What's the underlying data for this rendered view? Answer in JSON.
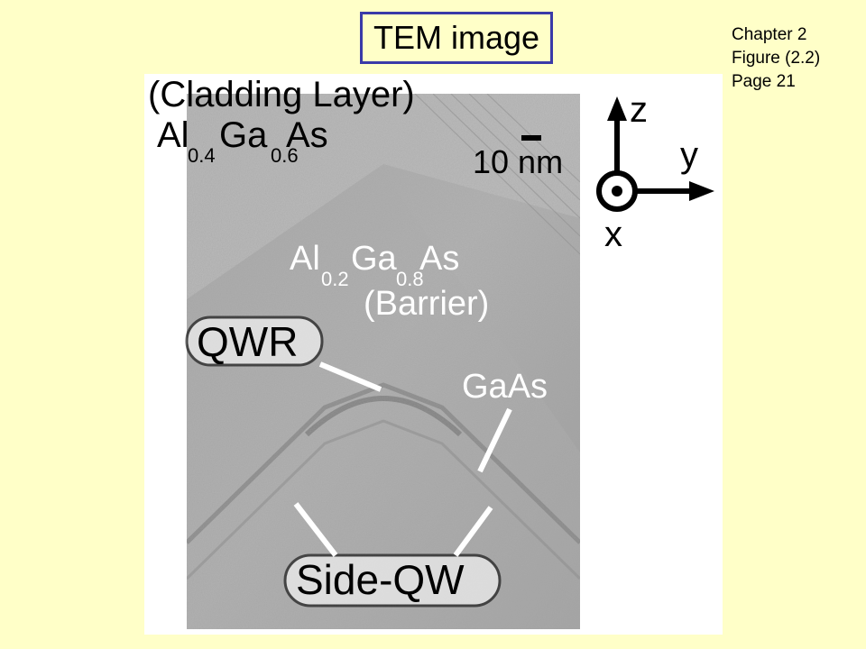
{
  "slide": {
    "title": "TEM image",
    "reference": {
      "chapter": "Chapter 2",
      "figure": "Figure (2.2)",
      "page": "Page 21"
    }
  },
  "figure": {
    "cladding_title": "(Cladding Layer)",
    "cladding_al": "Al",
    "cladding_al_sub": "0.4",
    "cladding_ga": "Ga",
    "cladding_ga_sub": "0.6",
    "cladding_as": "As",
    "scale_label": "10 nm",
    "axis_z": "z",
    "axis_y": "y",
    "axis_x": "x",
    "barrier_al": "Al",
    "barrier_al_sub": "0.2",
    "barrier_ga": "Ga",
    "barrier_ga_sub": "0.8",
    "barrier_as": "As",
    "barrier_label": "(Barrier)",
    "qwr_label": "QWR",
    "gaas_label": "GaAs",
    "sideqw_label": "Side-QW"
  },
  "colors": {
    "background": "#ffffc8",
    "title_border": "#3a3aa8"
  }
}
